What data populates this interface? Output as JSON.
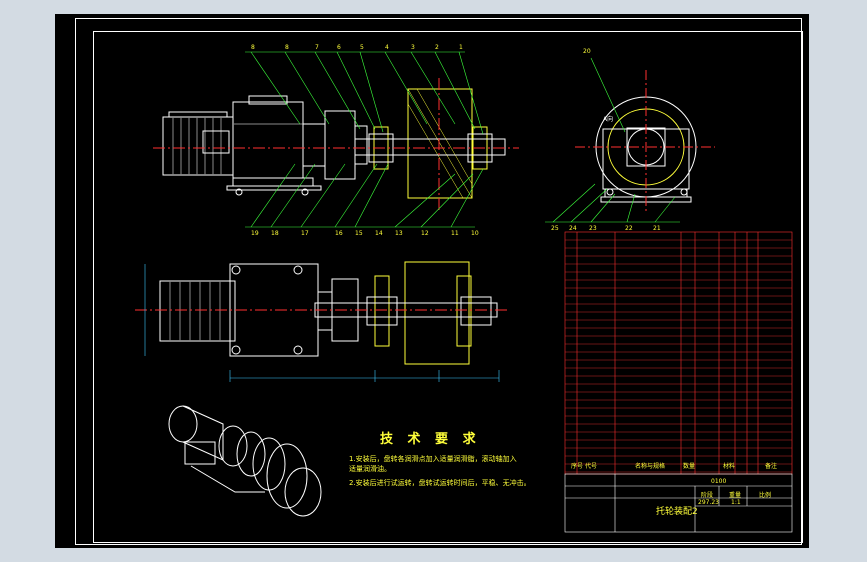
{
  "drawing": {
    "background": "#000000",
    "workspace_bg": "#d3dbe3",
    "line_colors": {
      "frame": "#ffffff",
      "outline": "#ffffff",
      "centerline": "#ff3030",
      "hidden": "#ffff3a",
      "dimension": "#3cc8ff",
      "leader": "#3cff3c",
      "bom_grid": "#ff3030",
      "text": "#ffff3a"
    }
  },
  "tech_requirements": {
    "title": "技 术 要 求",
    "line1": "1.安装后，盘转各润滑点加入适量润滑脂，滚动轴加入",
    "line2": "  适量润滑油。",
    "line3": "2.安装后进行试运转，盘转试运转时间后，平稳、无冲击。"
  },
  "title_block": {
    "name": "托轮装配2",
    "stage_label": "阶段",
    "weight_label": "重量",
    "scale_label": "比例",
    "weight_value": "297.23",
    "scale_value": "1:1",
    "drawing_no": "0100",
    "header_no": "序号",
    "header_code": "代号",
    "header_name": "名称与规格",
    "header_qty": "数量",
    "header_mat": "材料",
    "header_note": "备注"
  },
  "top_view_callouts": [
    "8",
    "8",
    "7",
    "6",
    "5",
    "4",
    "3",
    "2",
    "1"
  ],
  "bottom_callouts": [
    "19",
    "18",
    "17",
    "16",
    "15",
    "14",
    "13",
    "12",
    "11",
    "10"
  ],
  "end_view_callouts": {
    "top": "20",
    "bottom": [
      "25",
      "24",
      "23",
      "22",
      "21"
    ],
    "section": "A向"
  }
}
